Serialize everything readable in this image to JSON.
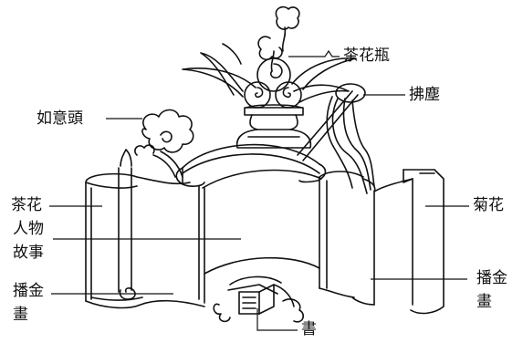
{
  "labels": {
    "tea_flower_vase": "茶花瓶",
    "whisk": "拂塵",
    "ruyi_head": "如意頭",
    "camellia": "茶花",
    "chrysanthemum": "菊花",
    "figure_story_1": "人物",
    "figure_story_2": "故事",
    "gold_left_1": "播金",
    "gold_left_2": "畫",
    "gold_right_1": "播金",
    "gold_right_2": "畫",
    "book": "書"
  },
  "colors": {
    "ink": "#111111",
    "paper": "#ffffff"
  }
}
